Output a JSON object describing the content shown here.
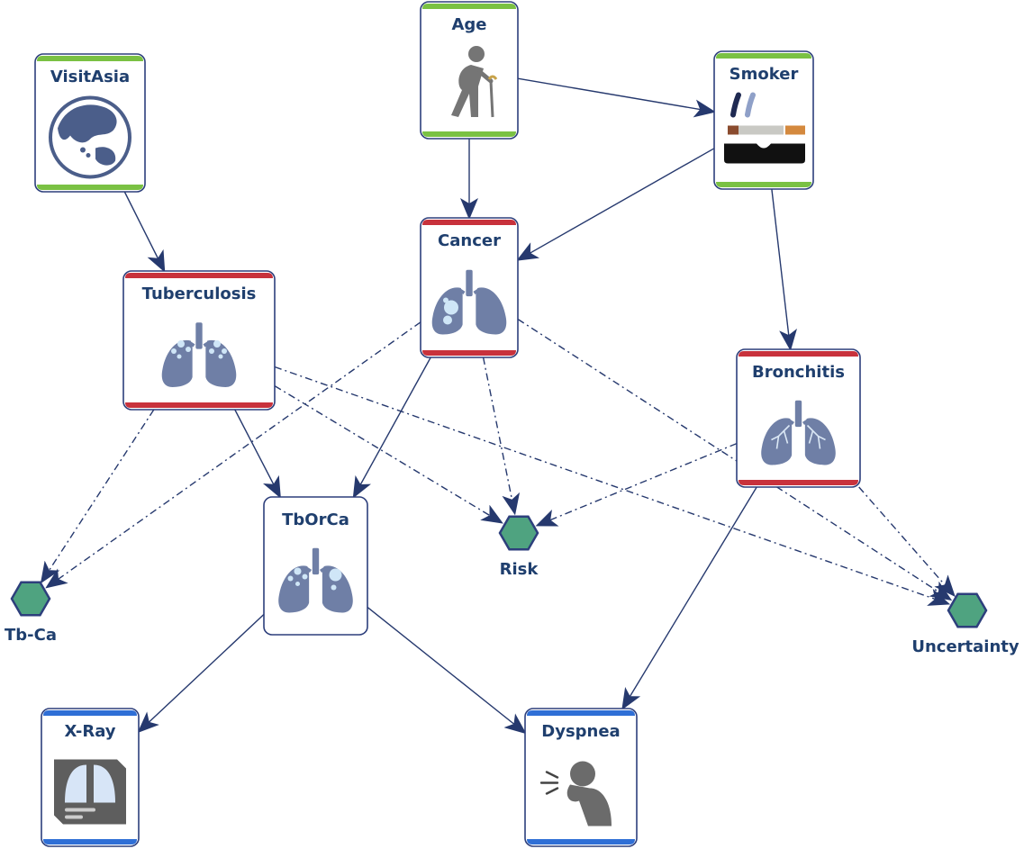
{
  "colors": {
    "node_border": "#2d3f7c",
    "label": "#1f3f6e",
    "chance": "#7ac143",
    "decision": "#c8323c",
    "observation": "#2f6fd6",
    "utility_fill": "#4fa380",
    "lung": "#6f7fa6",
    "spot": "#cfe6f7",
    "edge": "#26396e"
  },
  "nodes": [
    {
      "id": "age",
      "label": "Age",
      "kind": "chance",
      "icon": "elderly-person-icon"
    },
    {
      "id": "visitasia",
      "label": "VisitAsia",
      "kind": "chance",
      "icon": "globe-icon"
    },
    {
      "id": "smoker",
      "label": "Smoker",
      "kind": "chance",
      "icon": "cigarette-icon"
    },
    {
      "id": "cancer",
      "label": "Cancer",
      "kind": "decision",
      "icon": "lungs-cancer-icon"
    },
    {
      "id": "tuberculosis",
      "label": "Tuberculosis",
      "kind": "decision",
      "icon": "lungs-tuberculosis-icon"
    },
    {
      "id": "bronchitis",
      "label": "Bronchitis",
      "kind": "decision",
      "icon": "lungs-bronchitis-icon"
    },
    {
      "id": "tborca",
      "label": "TbOrCa",
      "kind": "plain",
      "icon": "lungs-tborca-icon"
    },
    {
      "id": "xray",
      "label": "X-Ray",
      "kind": "observation",
      "icon": "xray-icon"
    },
    {
      "id": "dyspnea",
      "label": "Dyspnea",
      "kind": "observation",
      "icon": "coughing-person-icon"
    }
  ],
  "utilities": [
    {
      "id": "risk",
      "label": "Risk"
    },
    {
      "id": "tb_ca",
      "label": "Tb-Ca"
    },
    {
      "id": "uncertainty",
      "label": "Uncertainty"
    }
  ],
  "edges": [
    {
      "from": "age",
      "to": "cancer",
      "style": "solid"
    },
    {
      "from": "age",
      "to": "smoker",
      "style": "solid"
    },
    {
      "from": "visitasia",
      "to": "tuberculosis",
      "style": "solid"
    },
    {
      "from": "smoker",
      "to": "cancer",
      "style": "solid"
    },
    {
      "from": "smoker",
      "to": "bronchitis",
      "style": "solid"
    },
    {
      "from": "tuberculosis",
      "to": "tborca",
      "style": "solid"
    },
    {
      "from": "cancer",
      "to": "tborca",
      "style": "solid"
    },
    {
      "from": "tborca",
      "to": "xray",
      "style": "solid"
    },
    {
      "from": "tborca",
      "to": "dyspnea",
      "style": "solid"
    },
    {
      "from": "bronchitis",
      "to": "dyspnea",
      "style": "solid"
    },
    {
      "from": "tuberculosis",
      "to": "tb_ca",
      "style": "dashed"
    },
    {
      "from": "cancer",
      "to": "tb_ca",
      "style": "dashed"
    },
    {
      "from": "tuberculosis",
      "to": "risk",
      "style": "dashed"
    },
    {
      "from": "cancer",
      "to": "risk",
      "style": "dashed"
    },
    {
      "from": "bronchitis",
      "to": "risk",
      "style": "dashed"
    },
    {
      "from": "tuberculosis",
      "to": "uncertainty",
      "style": "dashed"
    },
    {
      "from": "cancer",
      "to": "uncertainty",
      "style": "dashed"
    },
    {
      "from": "bronchitis",
      "to": "uncertainty",
      "style": "dashed"
    }
  ]
}
